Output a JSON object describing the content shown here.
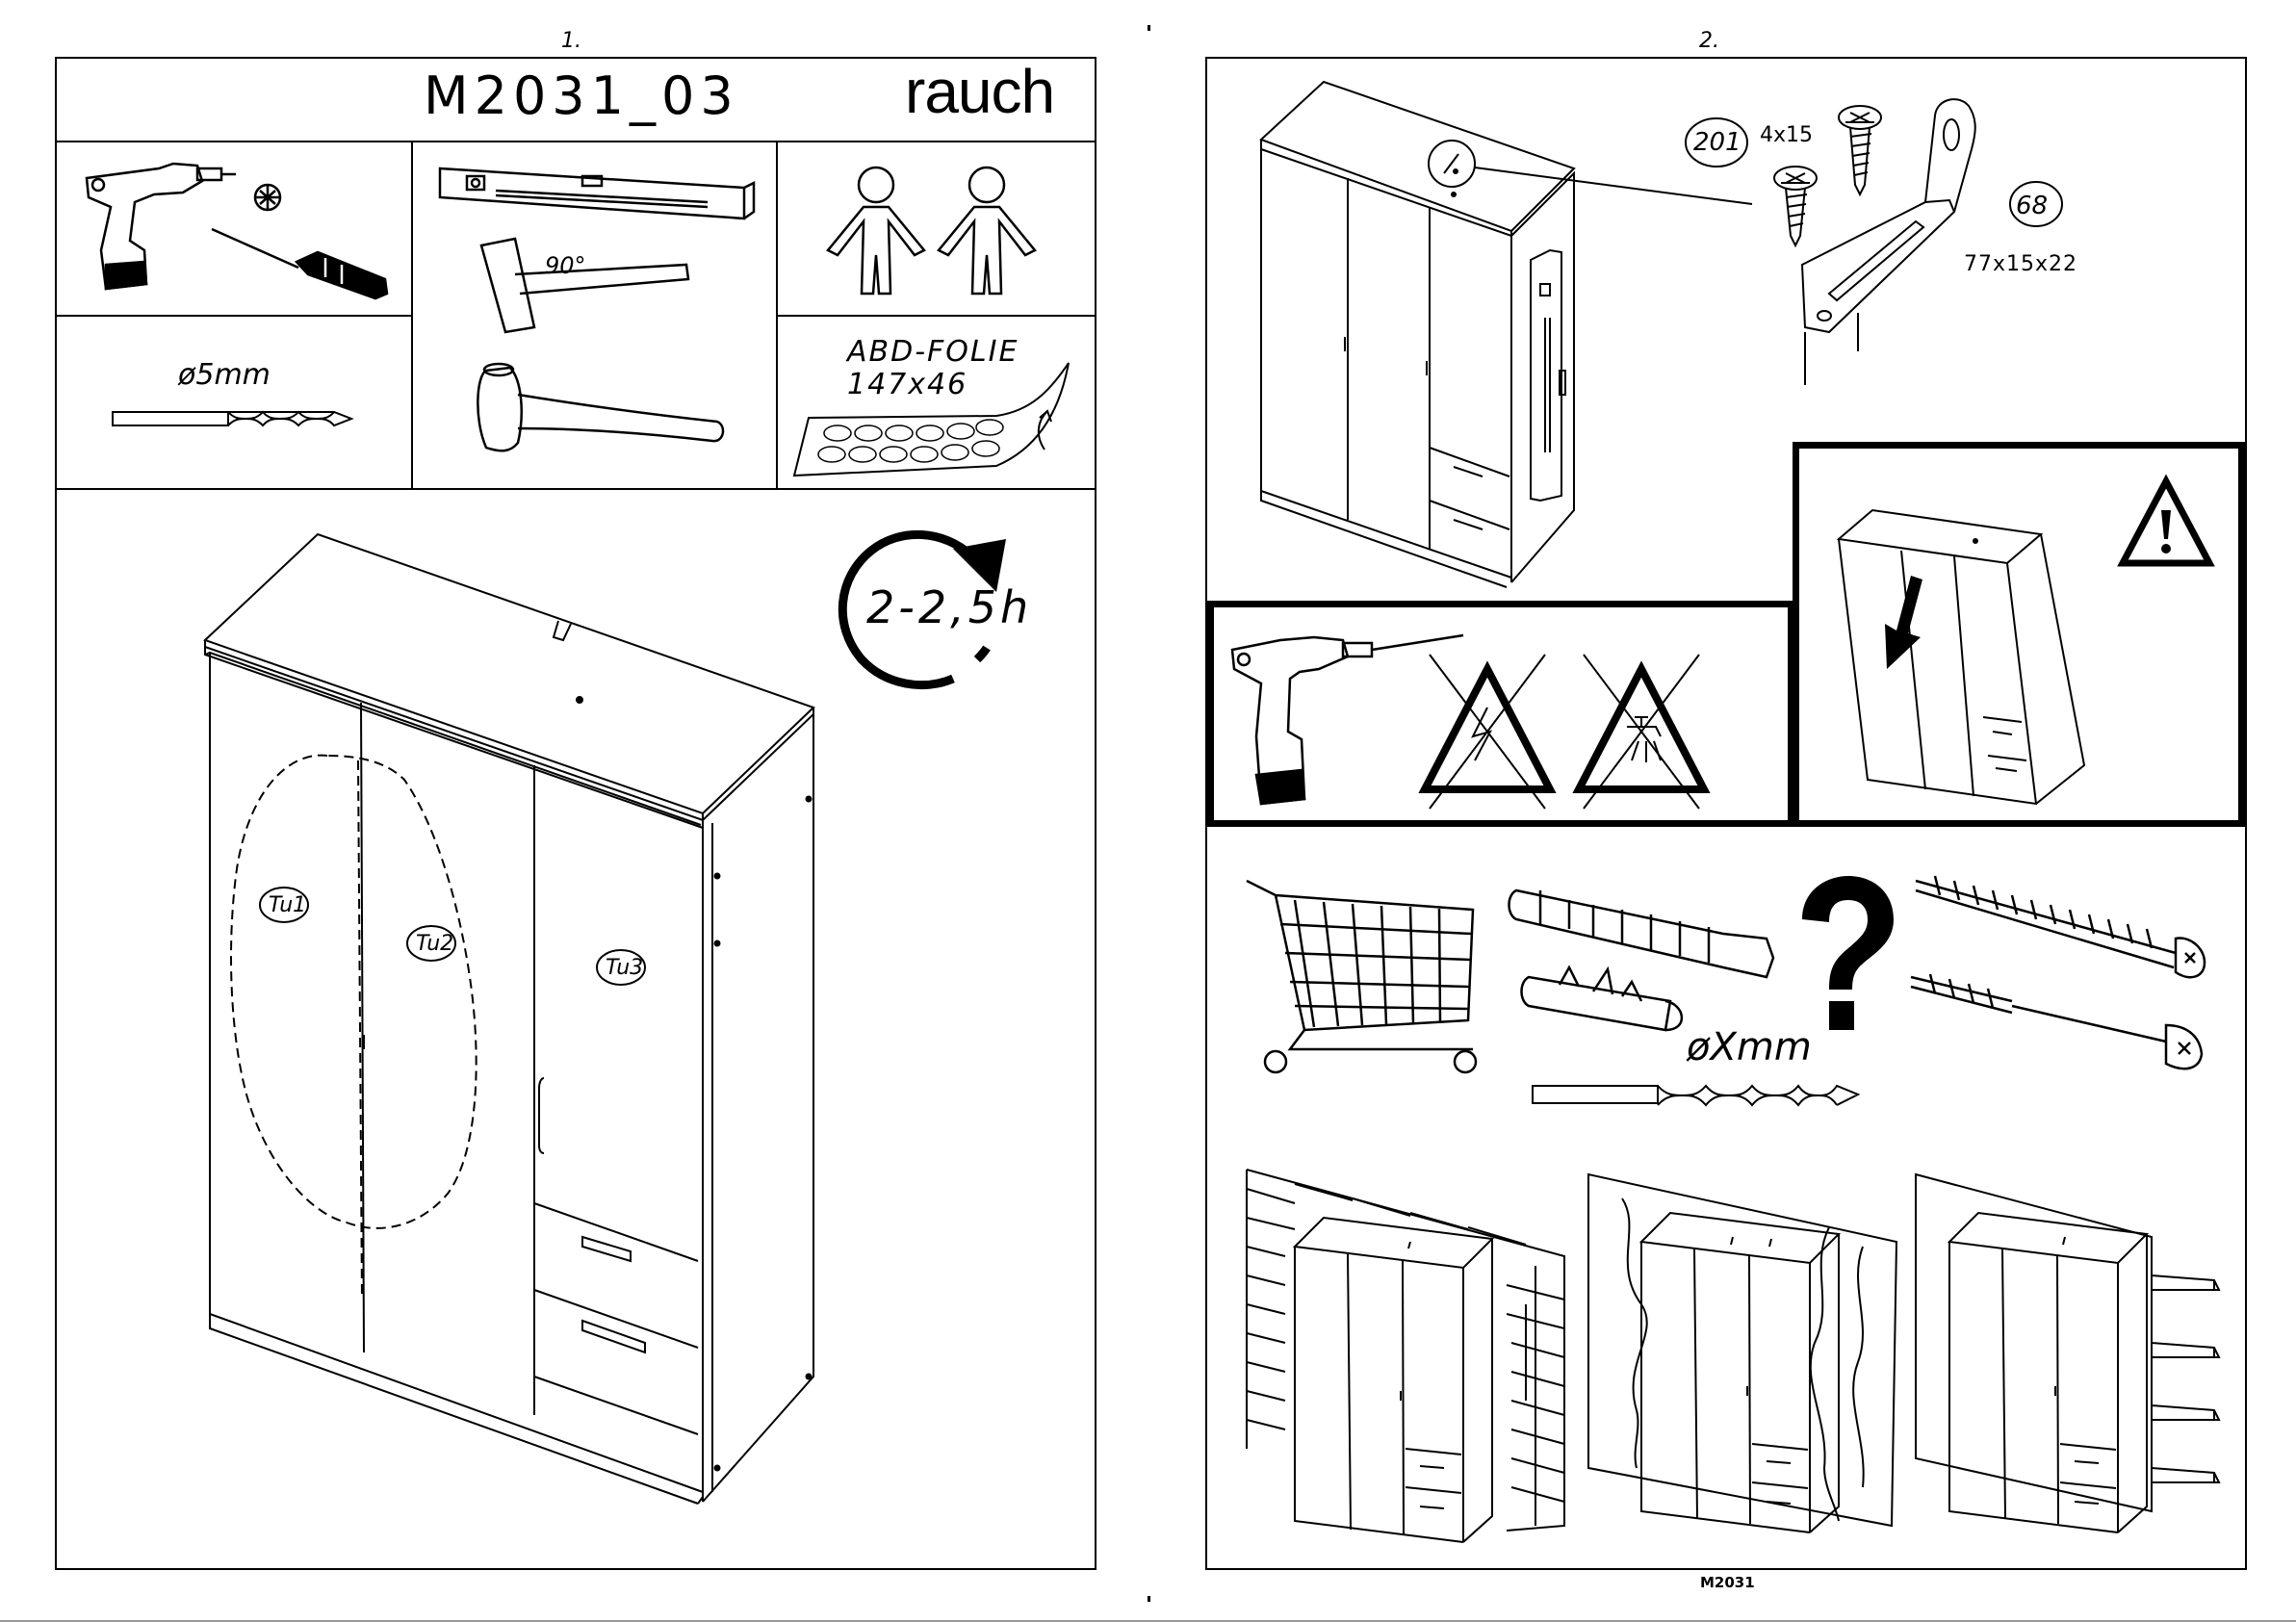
{
  "page_numbers": [
    "1.",
    "2."
  ],
  "model_code": "M2031_03",
  "brand": "rauch",
  "drill_bit_size": "ø5mm",
  "angle_label": "90°",
  "foil_label": "ABD-FOLIE",
  "foil_size": "147x46",
  "assembly_time": "2-2,5h",
  "door_labels": [
    "Tu1",
    "Tu2",
    "Tu3"
  ],
  "part_201_number": "201",
  "part_201_size": "4x15",
  "part_68_number": "68",
  "part_68_size": "77x15x22",
  "wall_drill_size": "øXmm",
  "footer_code": "M2031"
}
